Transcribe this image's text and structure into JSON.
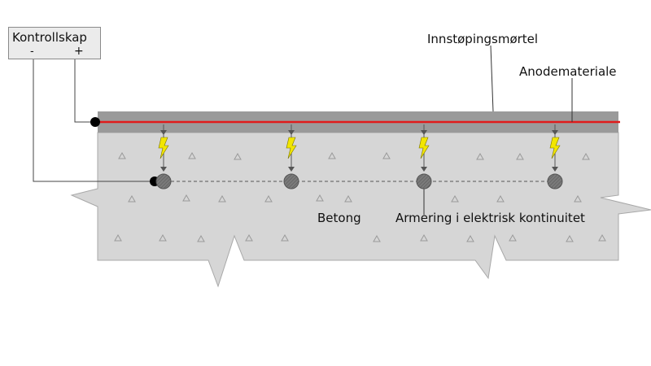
{
  "control_cabinet": {
    "title": "Kontrollskap",
    "minus": "-",
    "plus": "+"
  },
  "labels": {
    "mortar": "Innstøpingsmørtel",
    "anode": "Anodemateriale",
    "concrete": "Betong",
    "rebar": "Armering i elektrisk kontinuitet"
  },
  "colors": {
    "anode": "#e01b1b",
    "mortar": "#9a9a9a",
    "concrete": "#d6d6d6",
    "rebar": "#6e6e6e",
    "spark": "#f2e600"
  },
  "icons": {
    "current": "lightning-bolt-icon"
  }
}
